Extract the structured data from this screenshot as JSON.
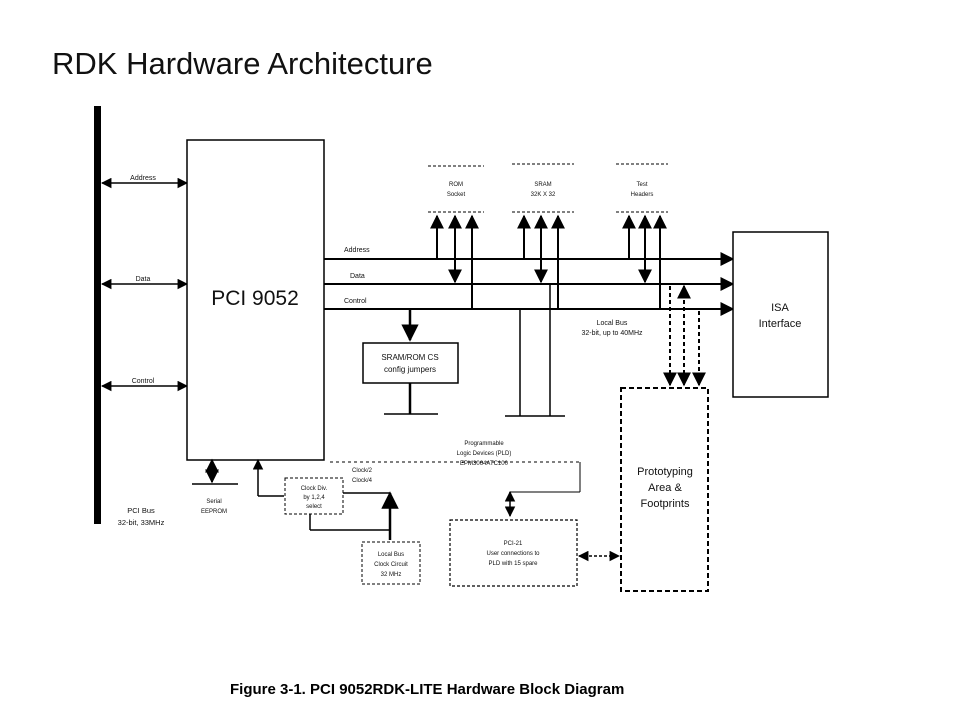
{
  "slide": {
    "title": "RDK Hardware Architecture"
  },
  "pci_bus": {
    "label_line1": "PCI Bus",
    "label_line2": "32-bit, 33MHz",
    "signals": [
      "Address",
      "Data",
      "Control"
    ]
  },
  "pci9052": {
    "label": "PCI 9052"
  },
  "local_signals": [
    "Address",
    "Data",
    "Control"
  ],
  "rom_socket": {
    "line1": "ROM",
    "line2": "Socket"
  },
  "sram": {
    "line1": "SRAM",
    "line2": "32K X 32"
  },
  "test_headers": {
    "line1": "Test",
    "line2": "Headers"
  },
  "isa": {
    "line1": "ISA",
    "line2": "Interface"
  },
  "local_bus": {
    "line1": "Local Bus",
    "line2": "32-bit, up to 40MHz"
  },
  "sram_rom_cs": {
    "line1": "SRAM/ROM CS",
    "line2": "config jumpers"
  },
  "pld": {
    "line1": "Programmable",
    "line2": "Logic Devices (PLD)",
    "line3": "EPM3064ATC100"
  },
  "prototyping": {
    "line1": "Prototyping",
    "line2": "Area &",
    "line3": "Footprints"
  },
  "clock_outputs": {
    "line1": "Clock/2",
    "line2": "Clock/4"
  },
  "clock_div": {
    "line1": "Clock Div.",
    "line2": "by 1,2,4",
    "line3": "select"
  },
  "serial_eeprom": {
    "line1": "Serial",
    "line2": "EEPROM"
  },
  "local_clock": {
    "line1": "Local Bus",
    "line2": "Clock Circuit",
    "line3": "32 MHz"
  },
  "pci21": {
    "line1": "PCI-21",
    "line2": "User connections to",
    "line3": "PLD with 15 spare"
  },
  "caption": "Figure 3-1. PCI 9052RDK-LITE Hardware Block Diagram"
}
